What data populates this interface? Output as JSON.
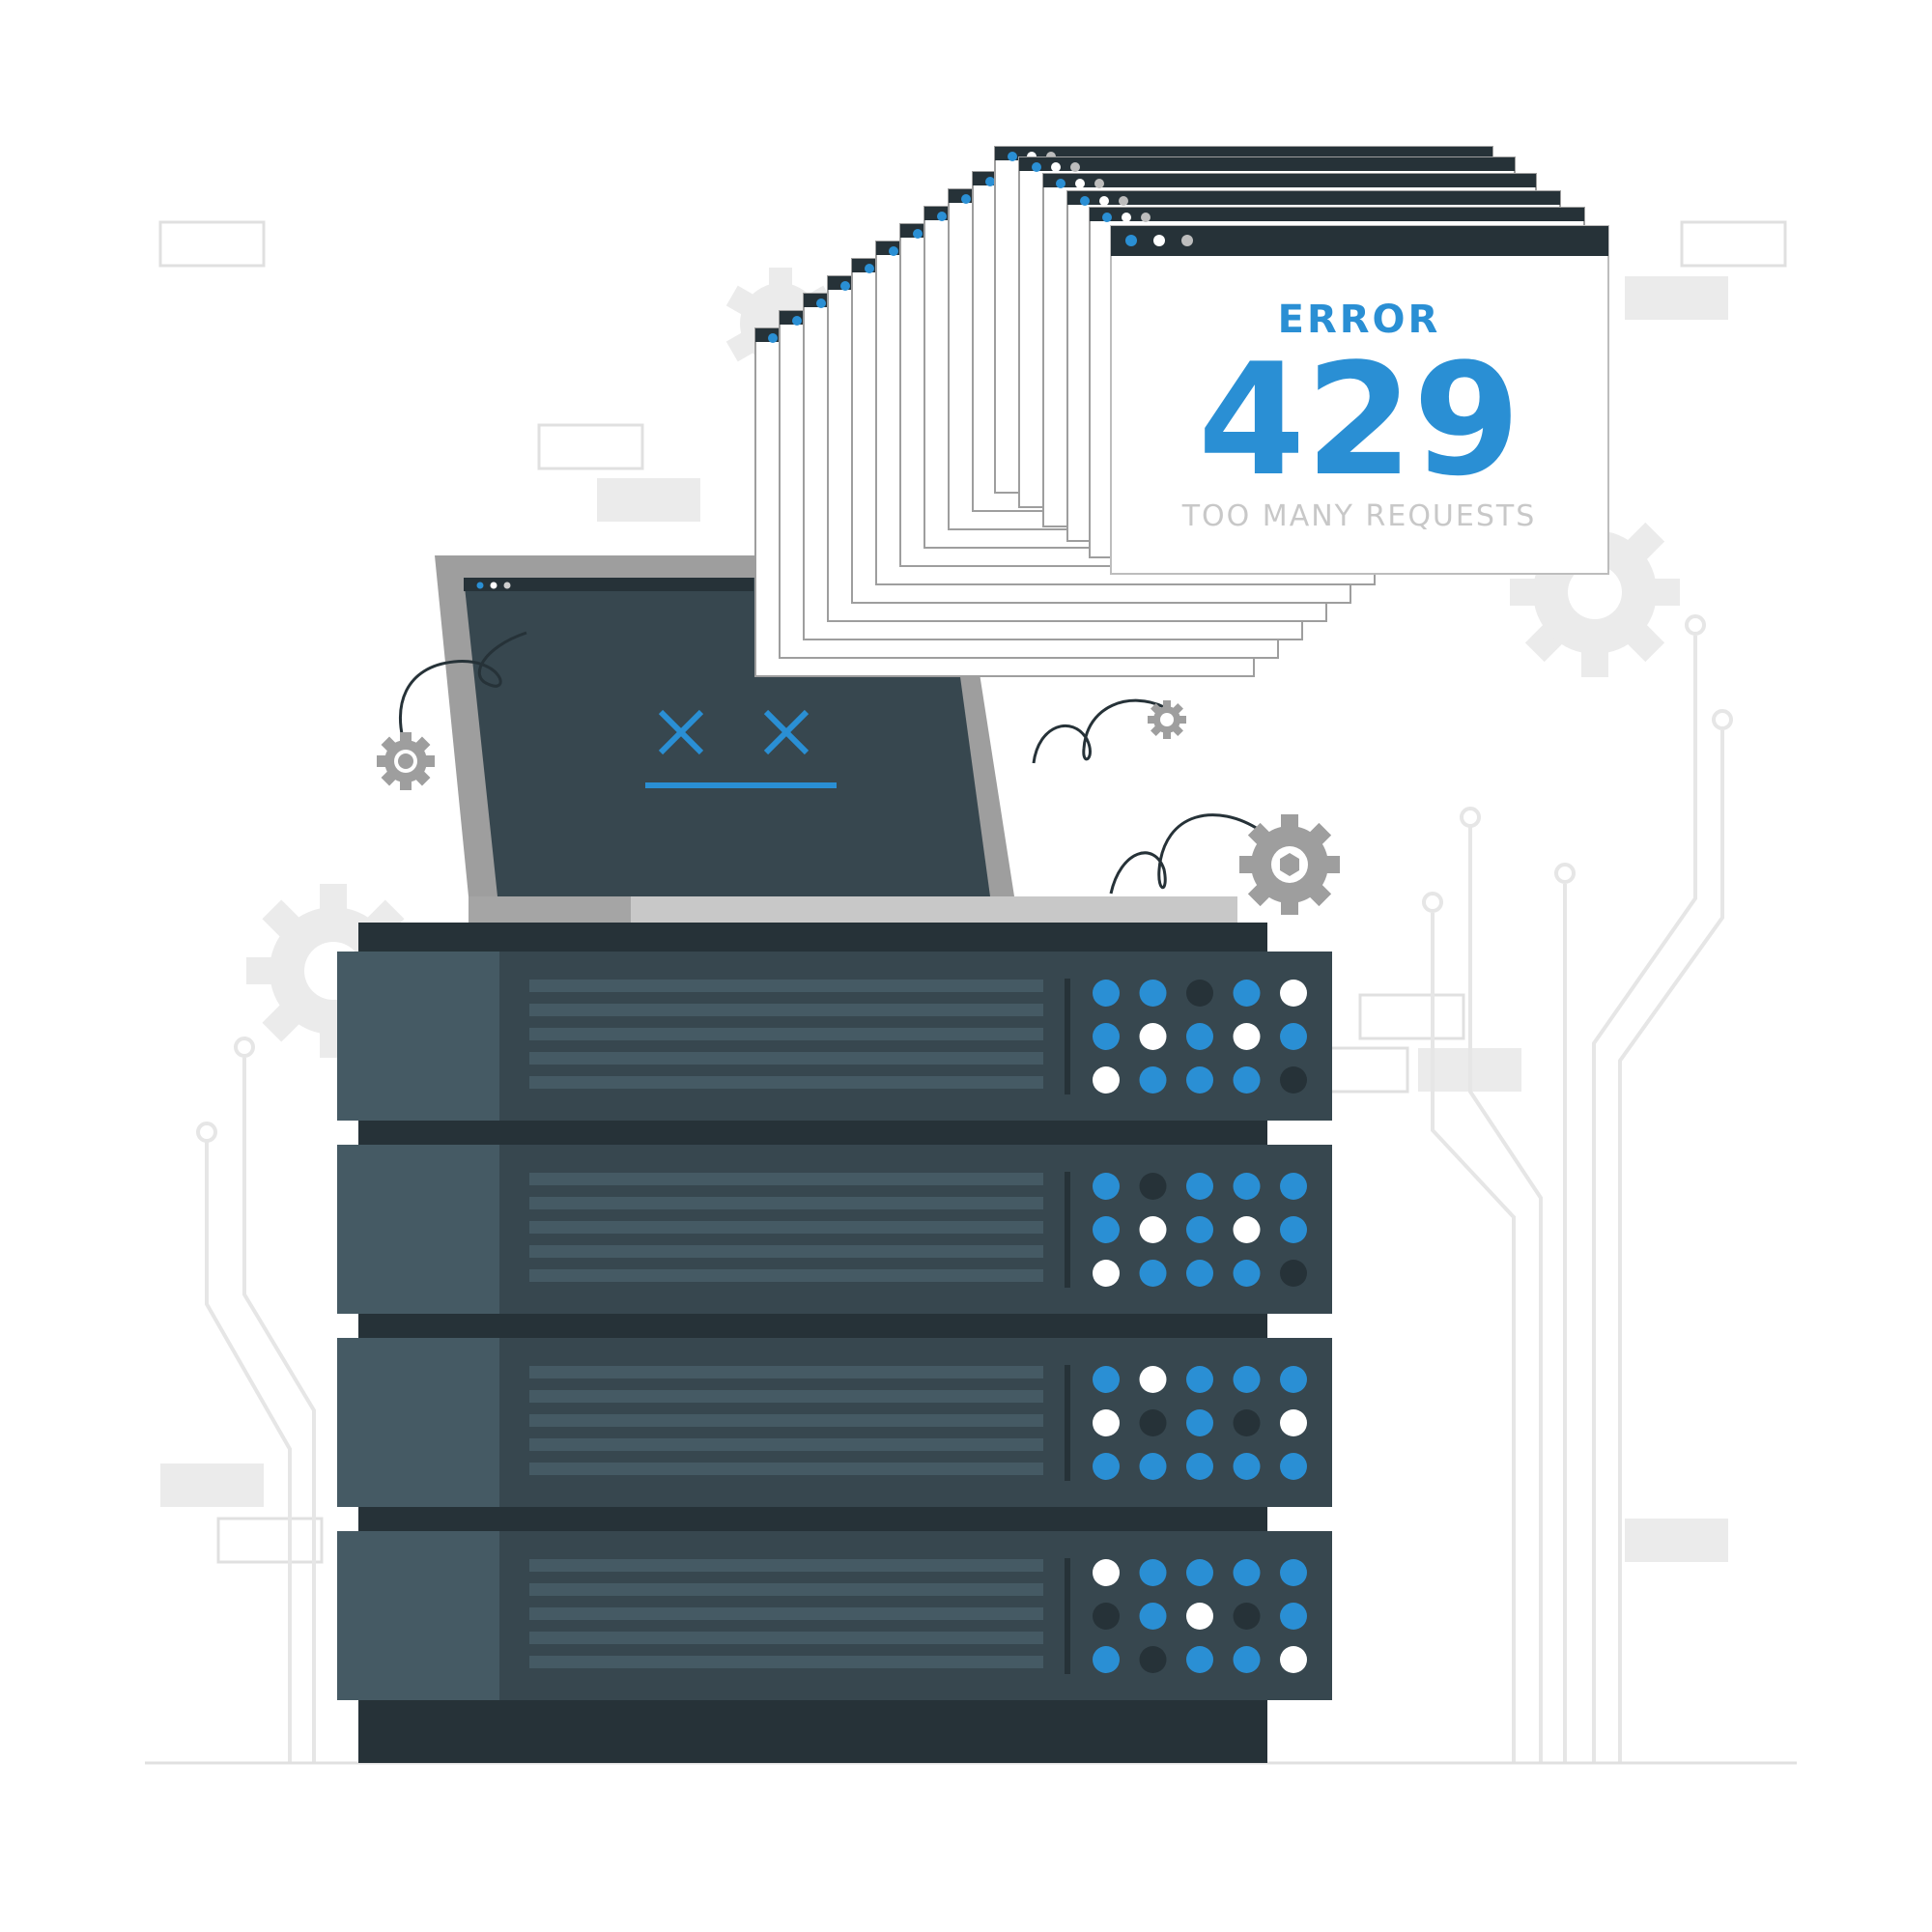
{
  "error": {
    "word": "ERROR",
    "code": "429",
    "message": "TOO MANY REQUESTS"
  },
  "colors": {
    "accent": "#2a8fd4",
    "dark": "#263238",
    "server_face": "#37474f",
    "server_panel": "#455a64",
    "light_gray": "#e0e0e0",
    "mid_gray": "#9e9e9e",
    "led_dark": "#263238",
    "led_white": "#ffffff"
  },
  "icons": [
    "gear-icon",
    "broken-cable-icon",
    "dead-face-icon",
    "server-led-icon"
  ],
  "server": {
    "units": [
      {
        "leds": [
          [
            "b",
            "b",
            "k",
            "b",
            "w"
          ],
          [
            "b",
            "w",
            "b",
            "w",
            "b"
          ],
          [
            "w",
            "b",
            "b",
            "b",
            "k"
          ]
        ]
      },
      {
        "leds": [
          [
            "b",
            "k",
            "b",
            "b",
            "b"
          ],
          [
            "b",
            "w",
            "b",
            "w",
            "b"
          ],
          [
            "w",
            "b",
            "b",
            "b",
            "k"
          ]
        ]
      },
      {
        "leds": [
          [
            "b",
            "w",
            "b",
            "b",
            "b"
          ],
          [
            "w",
            "k",
            "b",
            "k",
            "w"
          ],
          [
            "b",
            "b",
            "b",
            "b",
            "b"
          ]
        ]
      },
      {
        "leds": [
          [
            "w",
            "b",
            "b",
            "b",
            "b"
          ],
          [
            "k",
            "b",
            "w",
            "k",
            "b"
          ],
          [
            "b",
            "k",
            "b",
            "b",
            "w"
          ]
        ]
      }
    ]
  }
}
